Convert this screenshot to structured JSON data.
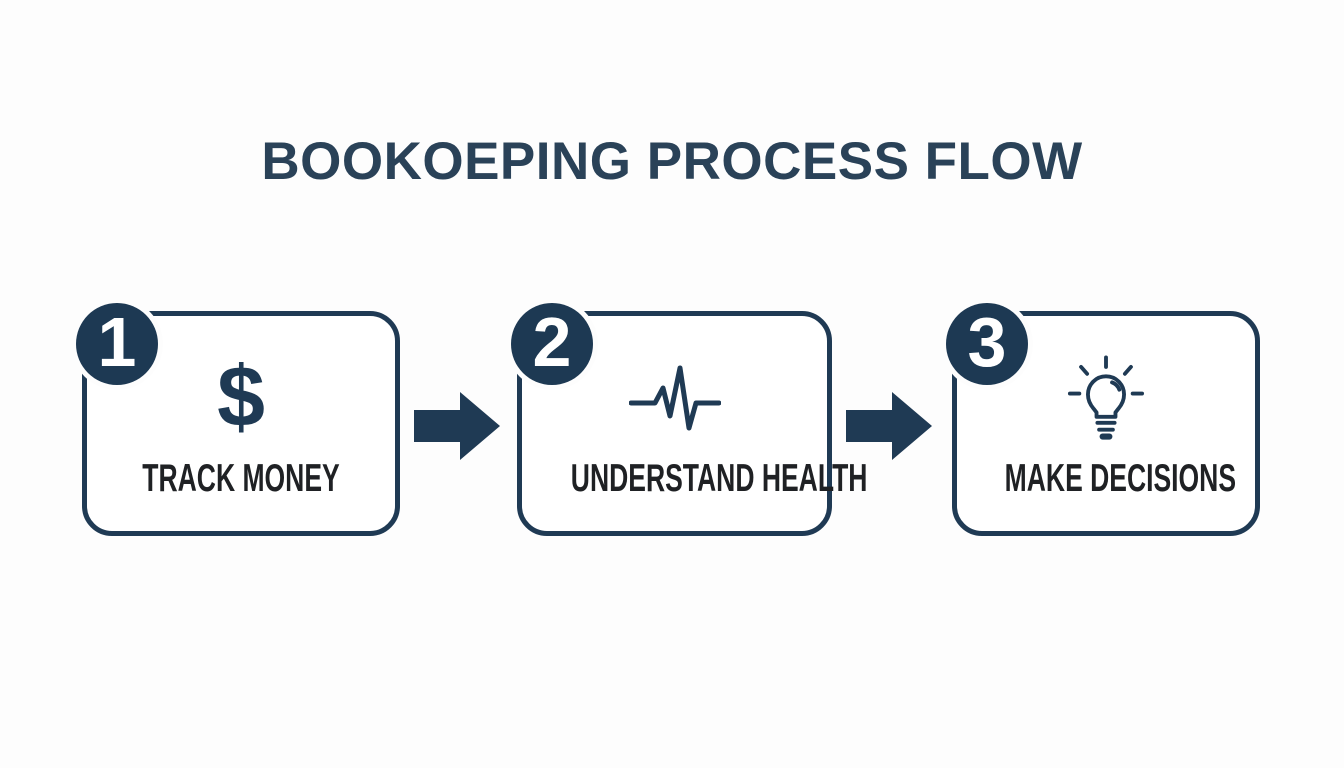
{
  "title": "BOOKOEPING PROCESS FLOW",
  "colors": {
    "navy": "#1f3a54",
    "badge_navy": "#1d3953",
    "title_navy": "#2a4258",
    "label_dark": "#1f2124",
    "background": "#fdfdfd"
  },
  "steps": [
    {
      "number": "1",
      "label": "TRACK MONEY",
      "icon": "dollar-icon",
      "icon_char": "$"
    },
    {
      "number": "2",
      "label": "UNDERSTAND HEALTH",
      "icon": "pulse-icon"
    },
    {
      "number": "3",
      "label": "MAKE DECISIONS",
      "icon": "lightbulb-icon"
    }
  ],
  "arrows": [
    {
      "icon": "arrow-right-icon"
    },
    {
      "icon": "arrow-right-icon"
    }
  ]
}
